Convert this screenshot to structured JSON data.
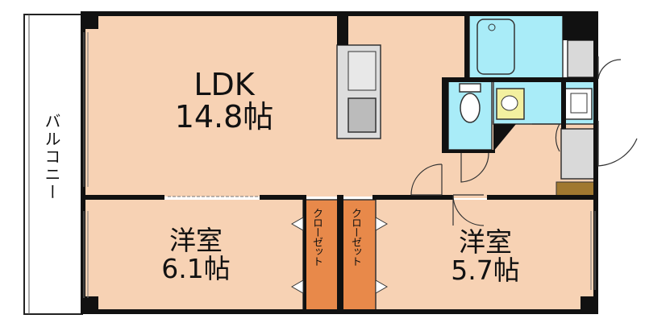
{
  "rooms": {
    "ldk": {
      "name": "LDK",
      "size": "14.8帖"
    },
    "western_left": {
      "name": "洋室",
      "size": "6.1帖"
    },
    "western_right": {
      "name": "洋室",
      "size": "5.7帖"
    }
  },
  "closets": {
    "left": "クローゼット",
    "right": "クローゼット"
  },
  "balcony": "バルコニー",
  "colors": {
    "room_floor": "#f7d2b4",
    "wet_area": "#a9ecf8",
    "closet": "#e8894a",
    "balcony": "#ffffff",
    "storage": "#d9d9d9",
    "wall": "#111111",
    "toilet": "#f3f0a0",
    "shoe_box": "#a07830"
  }
}
